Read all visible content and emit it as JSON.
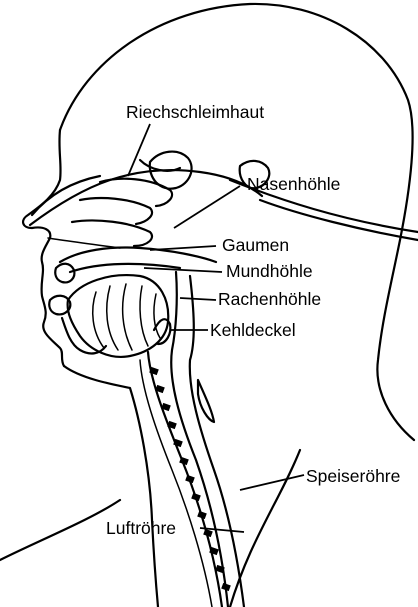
{
  "diagram": {
    "labels": {
      "riechschleimhaut": "Riechschleimhaut",
      "nasenhoehle": "Nasenhöhle",
      "gaumen": "Gaumen",
      "mundhoehle": "Mundhöhle",
      "rachenhoehle": "Rachenhöhle",
      "kehldeckel": "Kehldeckel",
      "speiseroehre": "Speiseröhre",
      "luftroehre": "Luftröhre"
    }
  }
}
